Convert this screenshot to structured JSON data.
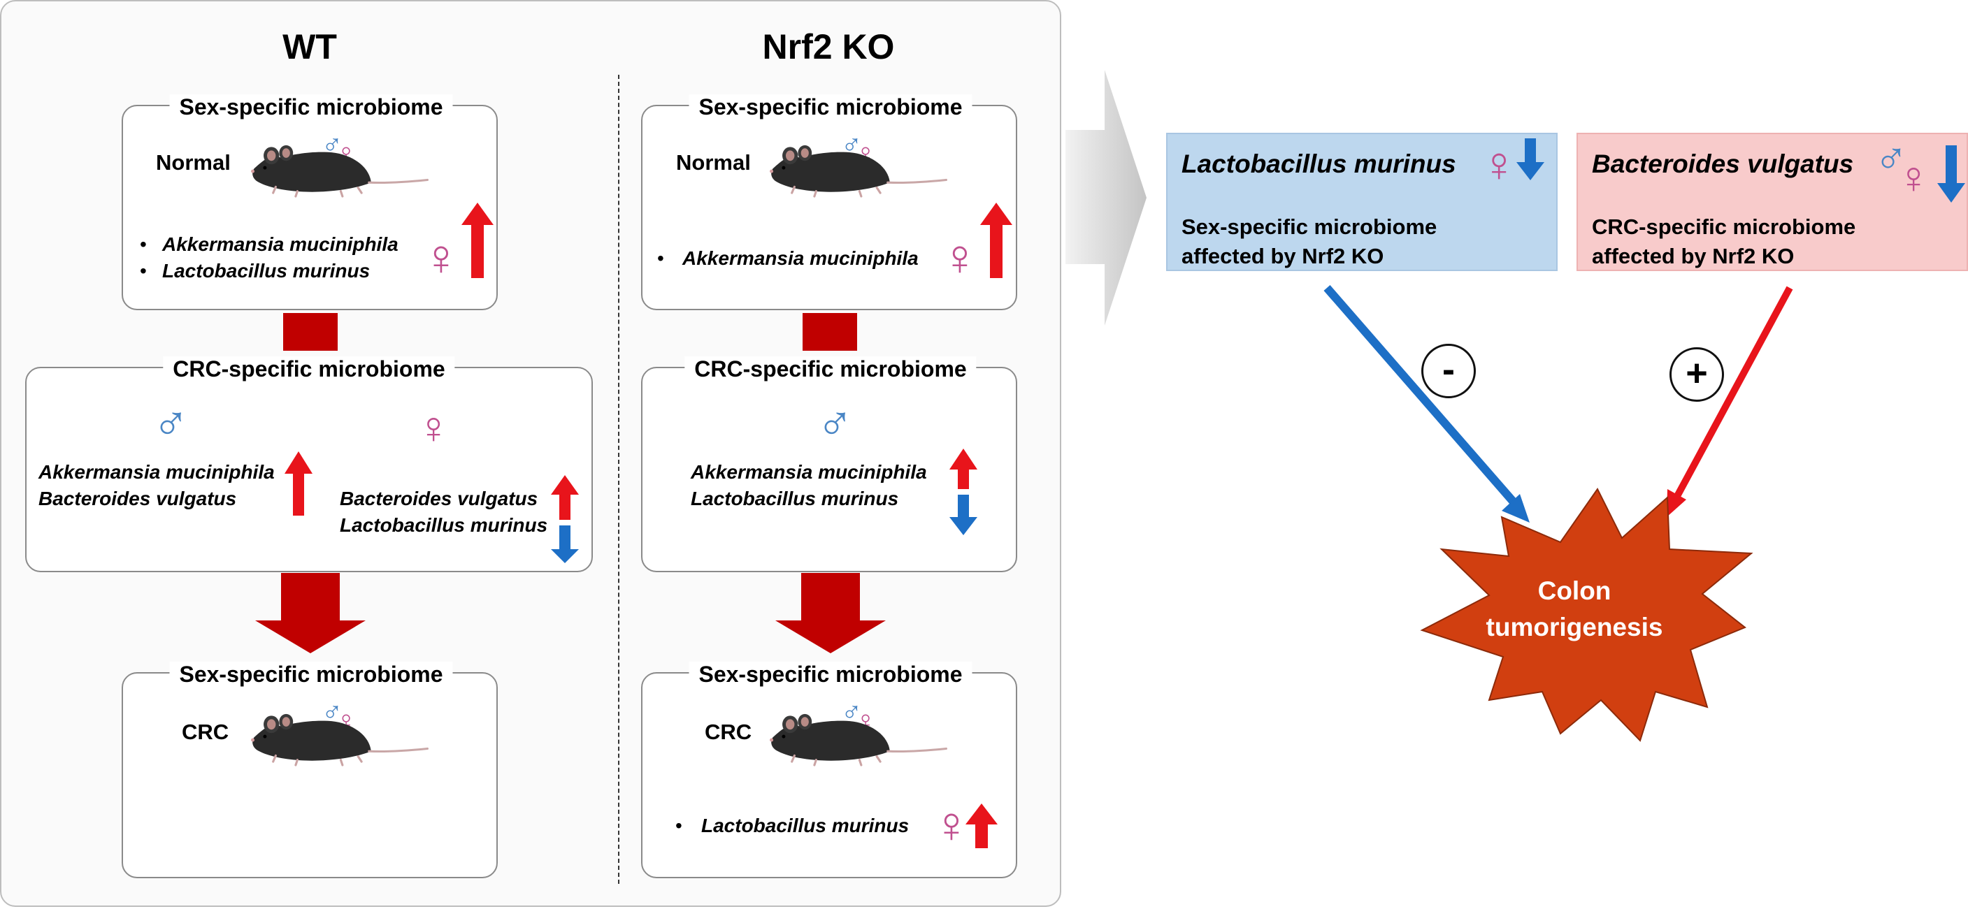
{
  "columns": {
    "wt": {
      "title": "WT"
    },
    "ko": {
      "title": "Nrf2 KO"
    }
  },
  "labels": {
    "sex_specific": "Sex-specific microbiome",
    "crc_specific": "CRC-specific microbiome",
    "normal": "Normal",
    "crc": "CRC"
  },
  "species": {
    "akkermansia": "Akkermansia muciniphila",
    "lactobacillus": "Lactobacillus murinus",
    "bacteroides": "Bacteroides vulgatus"
  },
  "symbols": {
    "male": "♂",
    "female": "♀",
    "bullet": "•",
    "minus": "-",
    "plus": "+"
  },
  "right": {
    "lacto_box": {
      "title": "Lactobacillus murinus",
      "line1": "Sex-specific microbiome",
      "line2": "affected by Nrf2 KO"
    },
    "bact_box": {
      "title": "Bacteroides vulgatus",
      "line1": "CRC-specific microbiome",
      "line2": "affected by Nrf2 KO"
    },
    "outcome": {
      "line1": "Colon",
      "line2": "tumorigenesis"
    }
  },
  "colors": {
    "male": "#4a86c5",
    "female": "#c0508f",
    "up_arrow": "#e8141b",
    "down_arrow": "#1d6fc6",
    "flow_arrow": "#c00000",
    "lacto_box_bg": "#bdd7ee",
    "bact_box_bg": "#f8cbcb",
    "tumor": "#d13f10",
    "big_arrow": "#cfcfcf"
  },
  "icons": [
    "mouse-icon",
    "male-symbol-icon",
    "female-symbol-icon",
    "up-arrow-icon",
    "down-arrow-icon"
  ]
}
